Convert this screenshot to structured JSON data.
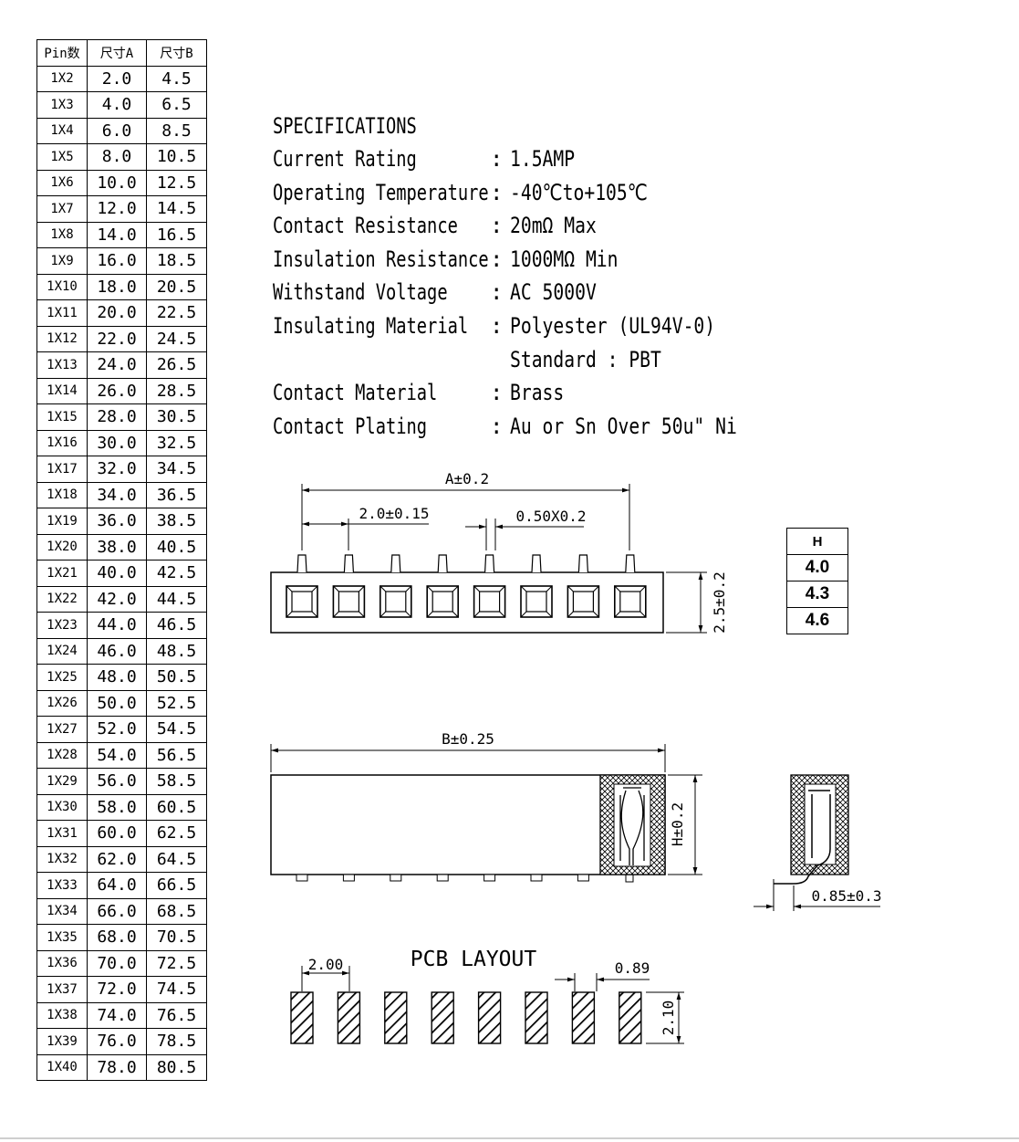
{
  "pin_table": {
    "headers": [
      "Pin数",
      "尺寸A",
      "尺寸B"
    ],
    "rows": [
      [
        "1X2",
        "2.0",
        "4.5"
      ],
      [
        "1X3",
        "4.0",
        "6.5"
      ],
      [
        "1X4",
        "6.0",
        "8.5"
      ],
      [
        "1X5",
        "8.0",
        "10.5"
      ],
      [
        "1X6",
        "10.0",
        "12.5"
      ],
      [
        "1X7",
        "12.0",
        "14.5"
      ],
      [
        "1X8",
        "14.0",
        "16.5"
      ],
      [
        "1X9",
        "16.0",
        "18.5"
      ],
      [
        "1X10",
        "18.0",
        "20.5"
      ],
      [
        "1X11",
        "20.0",
        "22.5"
      ],
      [
        "1X12",
        "22.0",
        "24.5"
      ],
      [
        "1X13",
        "24.0",
        "26.5"
      ],
      [
        "1X14",
        "26.0",
        "28.5"
      ],
      [
        "1X15",
        "28.0",
        "30.5"
      ],
      [
        "1X16",
        "30.0",
        "32.5"
      ],
      [
        "1X17",
        "32.0",
        "34.5"
      ],
      [
        "1X18",
        "34.0",
        "36.5"
      ],
      [
        "1X19",
        "36.0",
        "38.5"
      ],
      [
        "1X20",
        "38.0",
        "40.5"
      ],
      [
        "1X21",
        "40.0",
        "42.5"
      ],
      [
        "1X22",
        "42.0",
        "44.5"
      ],
      [
        "1X23",
        "44.0",
        "46.5"
      ],
      [
        "1X24",
        "46.0",
        "48.5"
      ],
      [
        "1X25",
        "48.0",
        "50.5"
      ],
      [
        "1X26",
        "50.0",
        "52.5"
      ],
      [
        "1X27",
        "52.0",
        "54.5"
      ],
      [
        "1X28",
        "54.0",
        "56.5"
      ],
      [
        "1X29",
        "56.0",
        "58.5"
      ],
      [
        "1X30",
        "58.0",
        "60.5"
      ],
      [
        "1X31",
        "60.0",
        "62.5"
      ],
      [
        "1X32",
        "62.0",
        "64.5"
      ],
      [
        "1X33",
        "64.0",
        "66.5"
      ],
      [
        "1X34",
        "66.0",
        "68.5"
      ],
      [
        "1X35",
        "68.0",
        "70.5"
      ],
      [
        "1X36",
        "70.0",
        "72.5"
      ],
      [
        "1X37",
        "72.0",
        "74.5"
      ],
      [
        "1X38",
        "74.0",
        "76.5"
      ],
      [
        "1X39",
        "76.0",
        "78.5"
      ],
      [
        "1X40",
        "78.0",
        "80.5"
      ]
    ]
  },
  "specifications": {
    "title": "SPECIFICATIONS",
    "separator": ":",
    "rows": [
      {
        "label": "Current Rating",
        "value": "1.5AMP"
      },
      {
        "label": "Operating Temperature",
        "value": "-40℃to+105℃"
      },
      {
        "label": "Contact Resistance",
        "value": "20mΩ Max"
      },
      {
        "label": "Insulation Resistance",
        "value": "1000MΩ Min"
      },
      {
        "label": "Withstand Voltage",
        "value": "AC 5000V"
      },
      {
        "label": "Insulating Material",
        "value": "Polyester (UL94V-0)"
      },
      {
        "label": "",
        "value": "Standard : PBT",
        "no_separator": true
      },
      {
        "label": "Contact Material",
        "value": "Brass"
      },
      {
        "label": "Contact Plating",
        "value": "Au or Sn Over 50u\" Ni"
      }
    ]
  },
  "front_view": {
    "pin_count": 8,
    "dim_overall": "A±0.2",
    "dim_pitch": "2.0±0.15",
    "dim_pin": "0.50X0.2",
    "dim_height": "2.5±0.2"
  },
  "h_table": {
    "header": "H",
    "values": [
      "4.0",
      "4.3",
      "4.6"
    ]
  },
  "side_view": {
    "pin_count": 8,
    "dim_overall": "B±0.25",
    "dim_height": "H±0.2",
    "dim_lead": "0.85±0.3"
  },
  "pcb_layout": {
    "title": "PCB LAYOUT",
    "pad_count": 8,
    "dim_pitch": "2.00",
    "dim_pad_width": "0.89",
    "dim_pad_length": "2.10"
  }
}
